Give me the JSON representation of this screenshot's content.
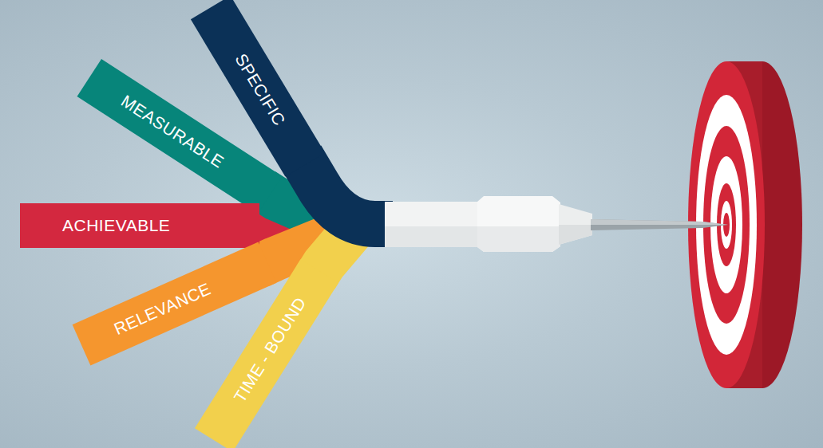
{
  "diagram": {
    "nodes": [
      {
        "text": [
          "SPECIFIC"
        ]
      },
      {
        "text": [
          "MEASURABLE"
        ]
      },
      {
        "text": [
          "ACHIEVABLE"
        ]
      },
      {
        "text": [
          "RELEVANCE"
        ]
      },
      {
        "text": [
          "TIME - BOUND"
        ]
      }
    ]
  }
}
